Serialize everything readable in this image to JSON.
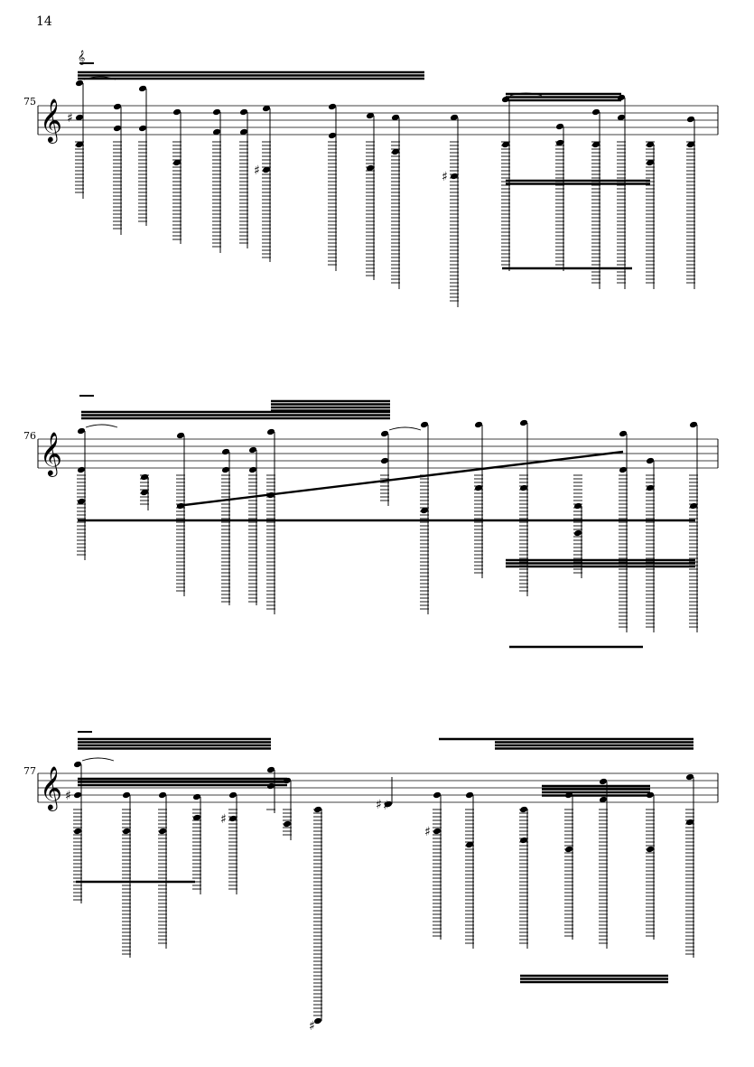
{
  "page": {
    "page_number": "14"
  },
  "systems": [
    {
      "measure_number": "75"
    },
    {
      "measure_number": "76"
    },
    {
      "measure_number": "77"
    }
  ]
}
